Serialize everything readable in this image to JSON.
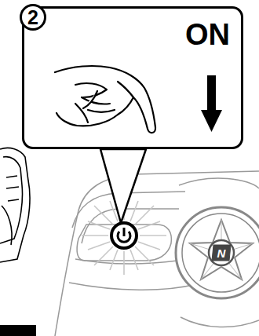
{
  "diagram": {
    "nodes": [
      {
        "text": [
          "ON"
        ]
      },
      {
        "text": [
          "2"
        ],
        "in": 0
      }
    ],
    "labels": [
      "N"
    ]
  }
}
